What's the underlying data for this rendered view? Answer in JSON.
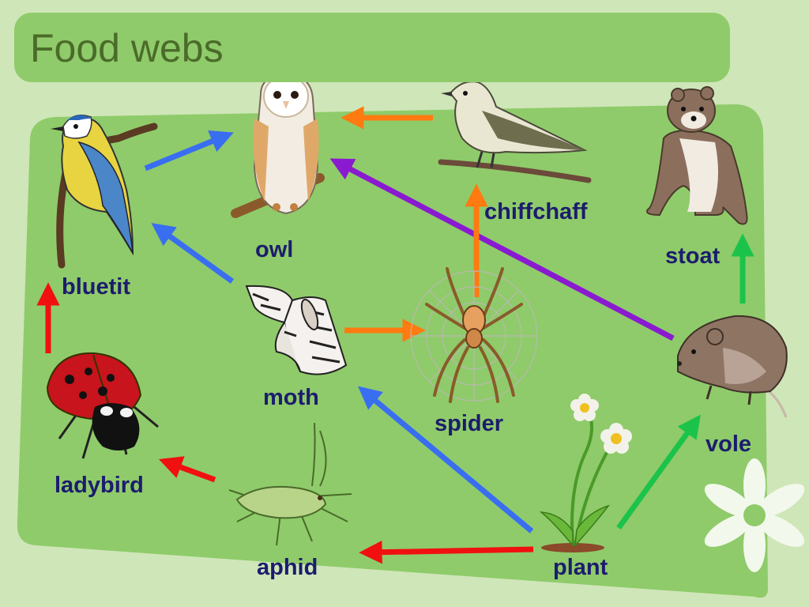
{
  "title": "Food webs",
  "colors": {
    "background": "#cfe6b8",
    "panel": "#8fcb6a",
    "title_text": "#4b6b2a",
    "label_text": "#1c1c6e",
    "arrow_red": "#f01010",
    "arrow_blue": "#3a6ef0",
    "arrow_orange": "#ff7a10",
    "arrow_purple": "#8a1ad0",
    "arrow_green": "#1cc34a"
  },
  "organisms": {
    "owl": "owl",
    "chiffchaff": "chiffchaff",
    "stoat": "stoat",
    "bluetit": "bluetit",
    "moth": "moth",
    "spider": "spider",
    "ladybird": "ladybird",
    "vole": "vole",
    "aphid": "aphid",
    "plant": "plant"
  },
  "links": [
    {
      "from": "bluetit",
      "to": "owl",
      "color": "blue"
    },
    {
      "from": "chiffchaff",
      "to": "owl",
      "color": "orange"
    },
    {
      "from": "vole",
      "to": "owl",
      "color": "purple"
    },
    {
      "from": "moth",
      "to": "bluetit",
      "color": "blue"
    },
    {
      "from": "ladybird",
      "to": "bluetit",
      "color": "red"
    },
    {
      "from": "spider",
      "to": "chiffchaff",
      "color": "orange"
    },
    {
      "from": "moth",
      "to": "spider",
      "color": "orange"
    },
    {
      "from": "aphid",
      "to": "ladybird",
      "color": "red"
    },
    {
      "from": "plant",
      "to": "moth",
      "color": "blue"
    },
    {
      "from": "plant",
      "to": "aphid",
      "color": "red"
    },
    {
      "from": "plant",
      "to": "vole",
      "color": "green"
    },
    {
      "from": "vole",
      "to": "stoat",
      "color": "green"
    }
  ]
}
